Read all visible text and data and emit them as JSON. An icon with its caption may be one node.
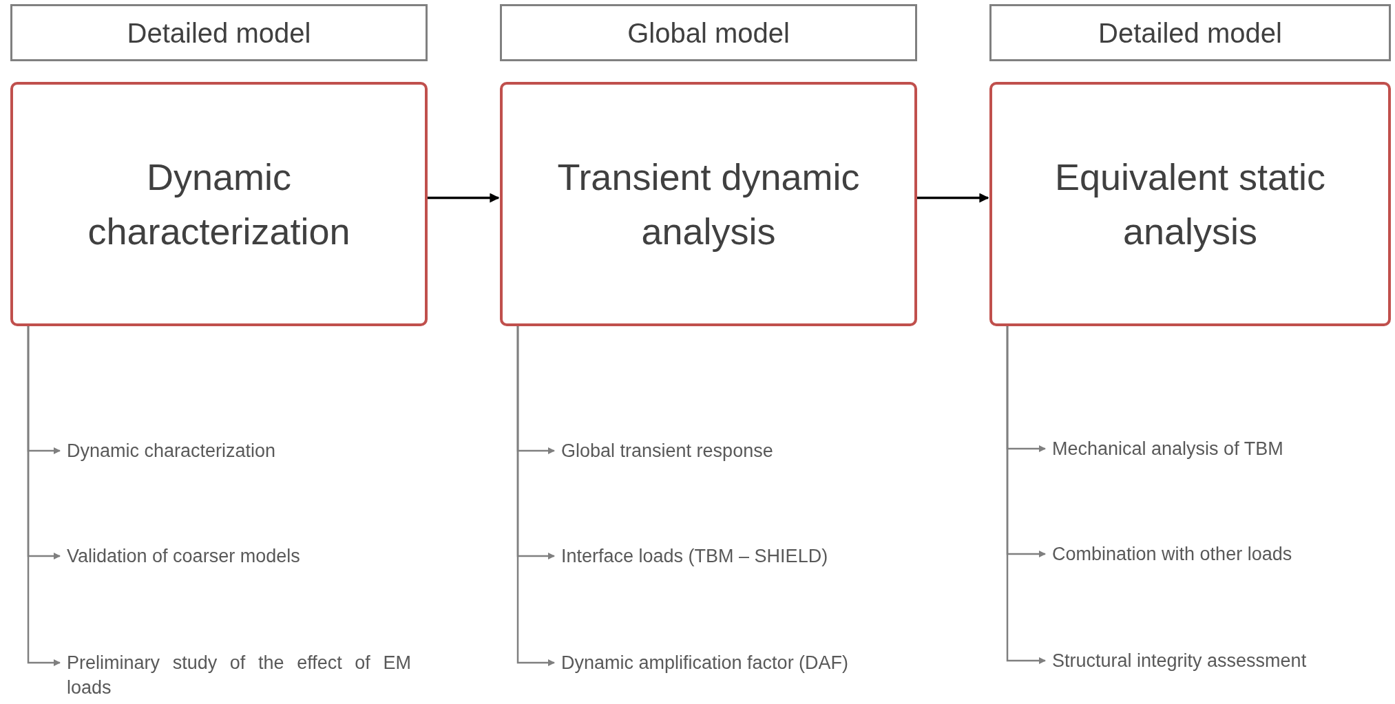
{
  "diagram": {
    "nodes": [
      {
        "text": [
          "Detailed model"
        ]
      },
      {
        "text": [
          "Global model"
        ]
      },
      {
        "text": [
          "Detailed model"
        ]
      },
      {
        "text": [
          "Dynamic characterization"
        ]
      },
      {
        "text": [
          "Transient dynamic analysis"
        ]
      },
      {
        "text": [
          "Equivalent static analysis"
        ]
      },
      {
        "text": [
          "Dynamic characterization"
        ]
      },
      {
        "text": [
          "Validation of coarser models"
        ]
      },
      {
        "text": [
          "Preliminary study of the effect of EM loads"
        ]
      },
      {
        "text": [
          "Global transient response"
        ]
      },
      {
        "text": [
          "Interface loads (TBM – SHIELD)"
        ]
      },
      {
        "text": [
          "Dynamic amplification factor (DAF)"
        ]
      },
      {
        "text": [
          "Mechanical analysis of TBM"
        ]
      },
      {
        "text": [
          "Combination with other loads"
        ]
      },
      {
        "text": [
          "Structural integrity assessment"
        ]
      }
    ],
    "edges": [
      {
        "from": 3,
        "to": 4,
        "arrow": "to",
        "color": "#000000"
      },
      {
        "from": 4,
        "to": 5,
        "arrow": "to",
        "color": "#000000"
      },
      {
        "from": 3,
        "to": 6,
        "arrow": "to"
      },
      {
        "from": 3,
        "to": 7,
        "arrow": "to"
      },
      {
        "from": 3,
        "to": 8,
        "arrow": "to"
      },
      {
        "from": 4,
        "to": 9,
        "arrow": "to"
      },
      {
        "from": 4,
        "to": 10,
        "arrow": "to"
      },
      {
        "from": 4,
        "to": 11,
        "arrow": "to"
      },
      {
        "from": 5,
        "to": 12,
        "arrow": "to"
      },
      {
        "from": 5,
        "to": 13,
        "arrow": "to"
      },
      {
        "from": 5,
        "to": 14,
        "arrow": "to"
      }
    ]
  }
}
